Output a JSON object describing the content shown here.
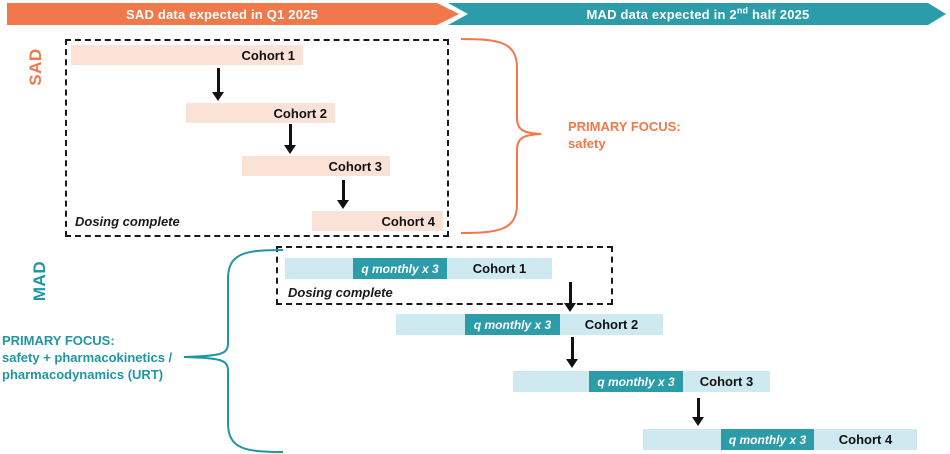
{
  "header": {
    "sad_banner": "SAD data expected in Q1 2025",
    "mad_banner": {
      "prefix": "MAD data expected in 2",
      "superscript": "nd",
      "suffix": " half 2025"
    }
  },
  "colors": {
    "orange": "#F0784A",
    "teal": "#2B9CA8",
    "teal_text": "#1E96A4",
    "light_teal_bar": "#CEE9EF",
    "peach_bar": "#FBE2D6"
  },
  "sad": {
    "section_label": "SAD",
    "dosing_note": "Dosing complete",
    "cohorts": [
      {
        "label": "Cohort 1"
      },
      {
        "label": "Cohort 2"
      },
      {
        "label": "Cohort 3"
      },
      {
        "label": "Cohort 4"
      }
    ],
    "focus": {
      "line1": "PRIMARY FOCUS:",
      "line2": "safety"
    }
  },
  "mad": {
    "section_label": "MAD",
    "dosing_note": "Dosing complete",
    "cohorts": [
      {
        "label": "Cohort 1",
        "segment": "q monthly x 3"
      },
      {
        "label": "Cohort 2",
        "segment": "q monthly x 3"
      },
      {
        "label": "Cohort 3",
        "segment": "q monthly x 3"
      },
      {
        "label": "Cohort 4",
        "segment": "q monthly x 3"
      }
    ],
    "focus": {
      "line1": "PRIMARY FOCUS:",
      "line2": "safety + pharmacokinetics /",
      "line3": "pharmacodynamics (URT)"
    }
  }
}
